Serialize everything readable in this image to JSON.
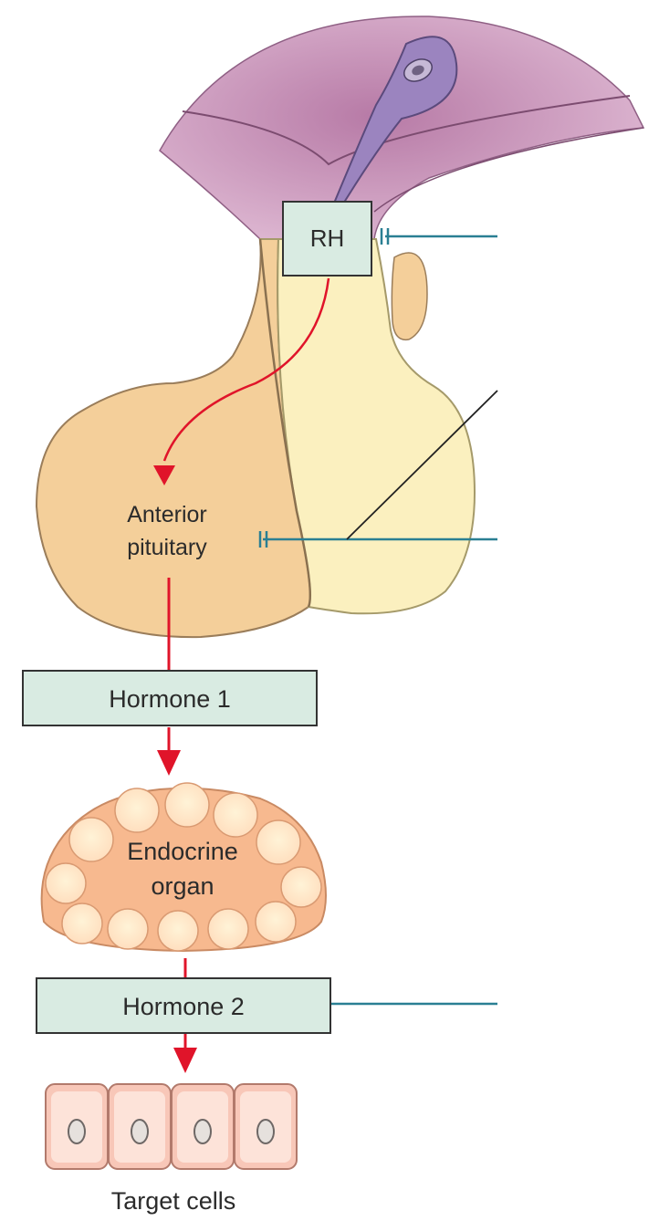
{
  "labels": {
    "releasing_hormone": "RH",
    "anterior_pituitary_line1": "Anterior",
    "anterior_pituitary_line2": "pituitary",
    "hormone_1": "Hormone 1",
    "endocrine_line1": "Endocrine",
    "endocrine_line2": "organ",
    "hormone_2": "Hormone 2",
    "target_cells": "Target cells"
  },
  "colors": {
    "hypothalamus": "#d9a6c9",
    "pituitary_tan": "#f4cf9a",
    "posterior_yellow": "#fbf0bf",
    "neuron": "#9b84bf",
    "box_fill": "#d9ebe2",
    "stimulation_arrow": "#e0142a",
    "feedback_line": "#2a7f93",
    "endocrine_organ": "#f7b98f",
    "target_cell": "#f8c7b8"
  },
  "icons": {
    "inhibition_marker": "double-bar-icon",
    "stimulation_marker": "red-arrow-icon"
  }
}
